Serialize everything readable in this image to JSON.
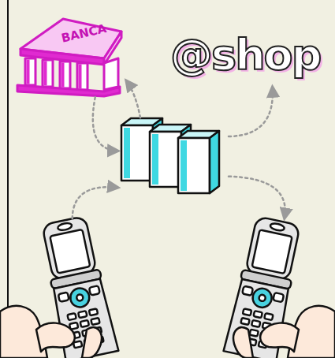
{
  "diagram": {
    "nodes": [
      {
        "text": [
          "BANCA"
        ]
      },
      {
        "text": [
          "@shop"
        ]
      },
      {
        "text": []
      },
      {
        "text": []
      },
      {
        "text": []
      }
    ],
    "edges": [
      {
        "from": 0,
        "to": 2,
        "arrow": "to"
      },
      {
        "from": 2,
        "to": 0,
        "arrow": "to"
      },
      {
        "from": 2,
        "to": 1,
        "arrow": "to"
      },
      {
        "from": 3,
        "to": 2,
        "arrow": "to"
      },
      {
        "from": 2,
        "to": 4,
        "arrow": "to"
      }
    ]
  }
}
